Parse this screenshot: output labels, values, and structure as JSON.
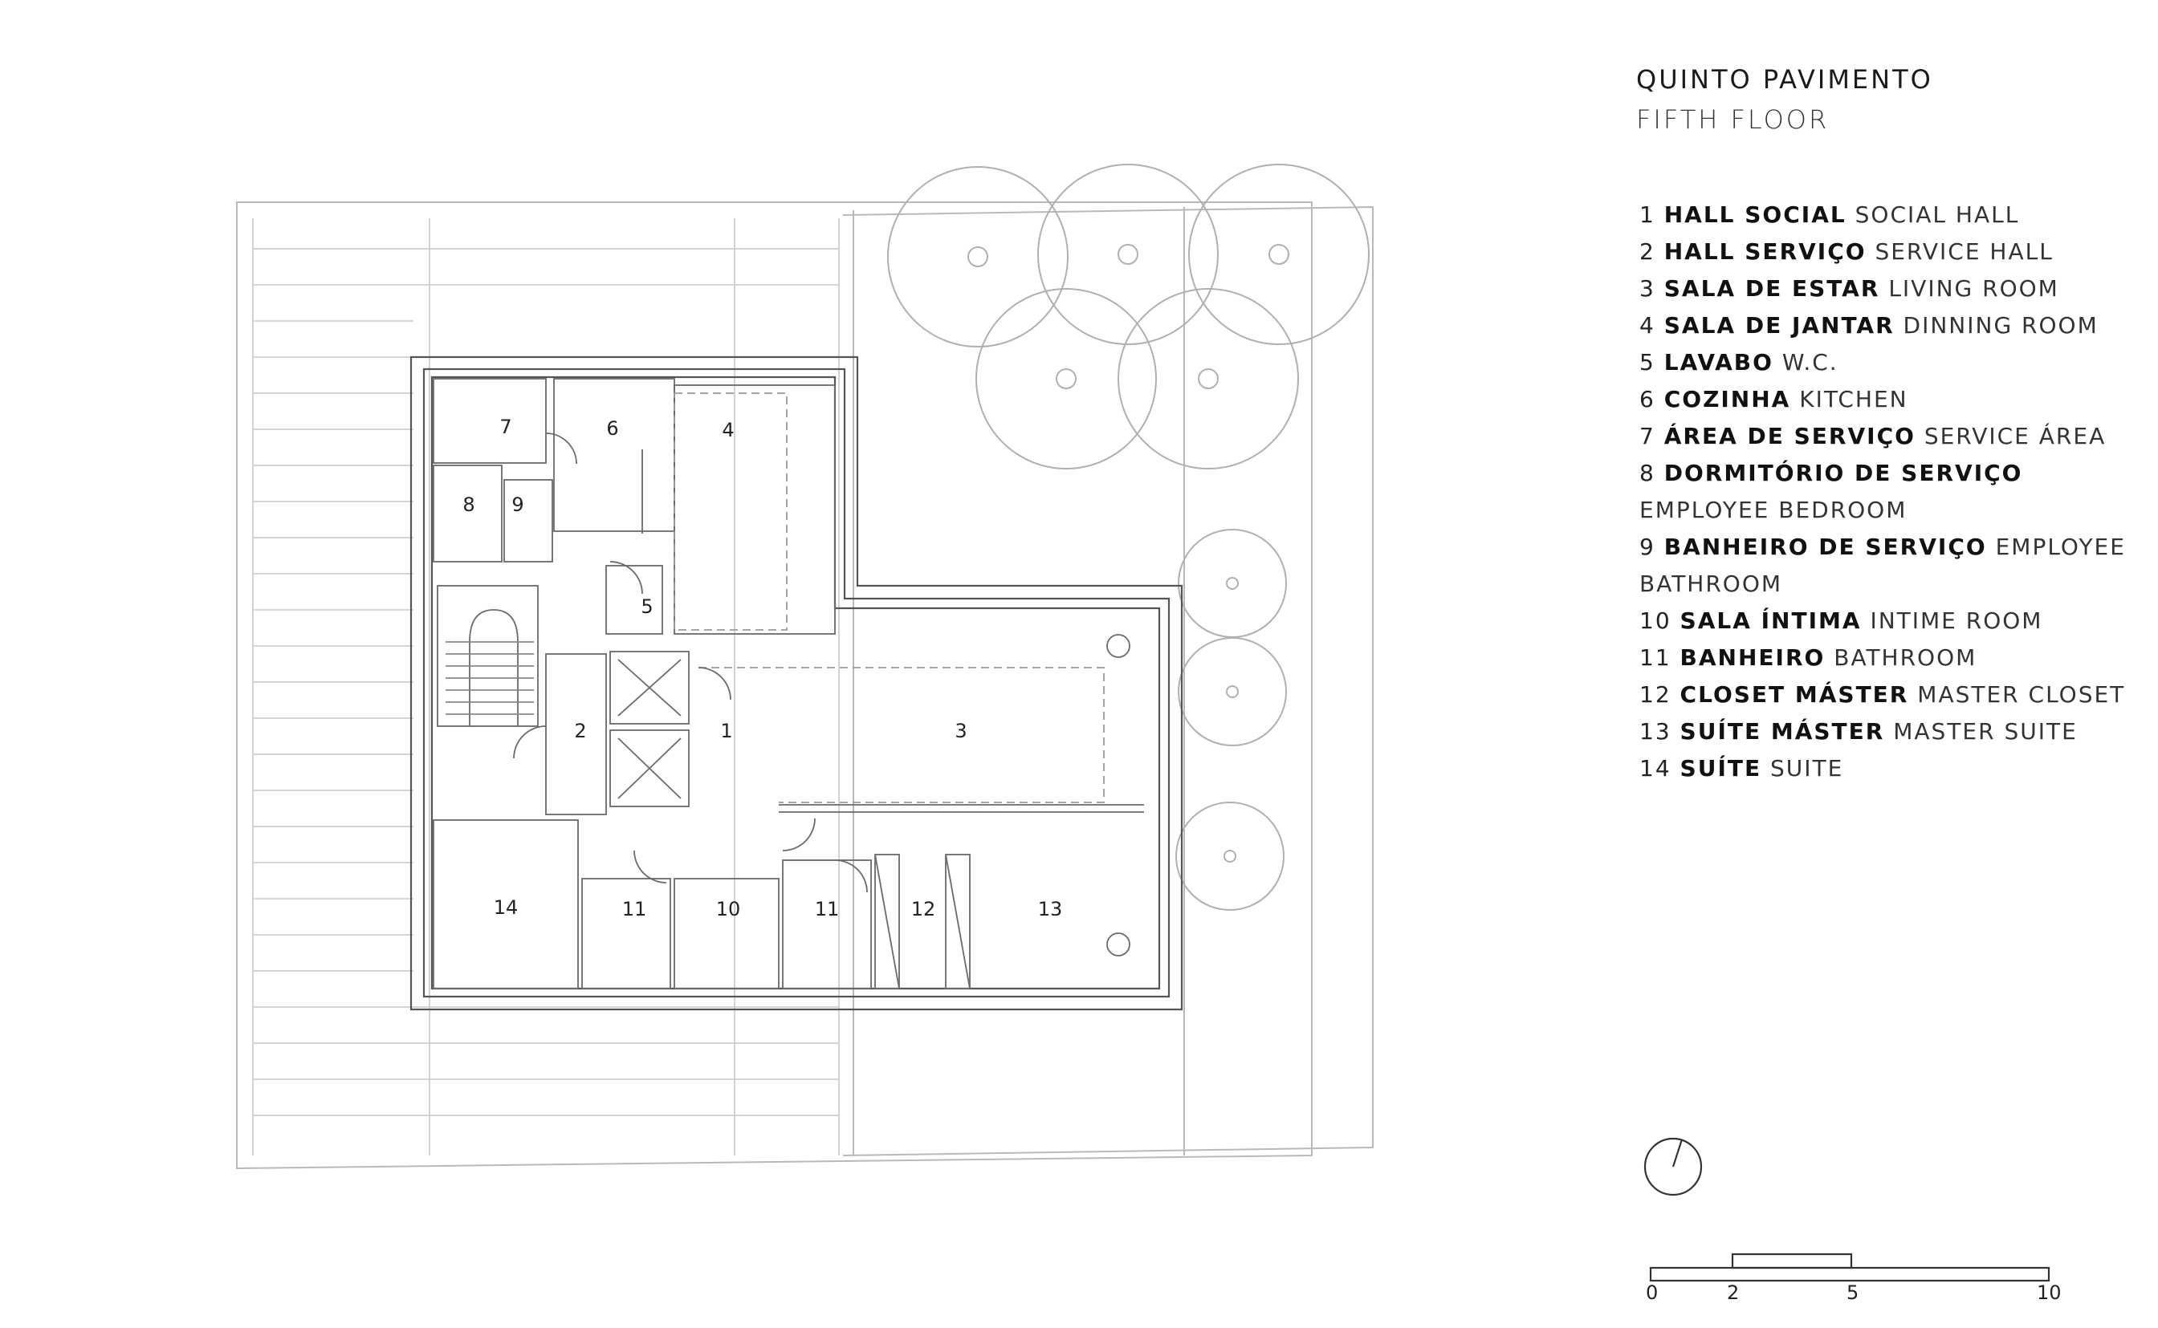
{
  "header": {
    "title_pt": "QUINTO PAVIMENTO",
    "title_en": "FIFTH FLOOR"
  },
  "legend": [
    {
      "num": "1",
      "pt": "HALL SOCIAL",
      "en": "SOCIAL HALL"
    },
    {
      "num": "2",
      "pt": "HALL SERVIÇO",
      "en": "SERVICE HALL"
    },
    {
      "num": "3",
      "pt": "SALA DE ESTAR",
      "en": "LIVING ROOM"
    },
    {
      "num": "4",
      "pt": "SALA DE JANTAR",
      "en": "DINNING ROOM"
    },
    {
      "num": "5",
      "pt": "LAVABO",
      "en": "W.C."
    },
    {
      "num": "6",
      "pt": "COZINHA",
      "en": "KITCHEN"
    },
    {
      "num": "7",
      "pt": "ÁREA DE SERVIÇO",
      "en": "SERVICE ÁREA"
    },
    {
      "num": "8",
      "pt": "DORMITÓRIO DE SERVIÇO",
      "en": "EMPLOYEE BEDROOM"
    },
    {
      "num": "9",
      "pt": "BANHEIRO DE SERVIÇO",
      "en": "EMPLOYEE BATHROOM"
    },
    {
      "num": "10",
      "pt": "SALA ÍNTIMA",
      "en": "INTIME ROOM"
    },
    {
      "num": "11",
      "pt": "BANHEIRO",
      "en": "BATHROOM"
    },
    {
      "num": "12",
      "pt": "CLOSET MÁSTER",
      "en": "MASTER CLOSET"
    },
    {
      "num": "13",
      "pt": "SUÍTE MÁSTER",
      "en": "MASTER SUITE"
    },
    {
      "num": "14",
      "pt": "SUÍTE",
      "en": "SUITE"
    }
  ],
  "plan": {
    "room_labels": [
      "1",
      "2",
      "3",
      "4",
      "5",
      "6",
      "7",
      "8",
      "9",
      "10",
      "11",
      "11",
      "12",
      "13",
      "14"
    ]
  },
  "scale_bar": {
    "ticks": [
      "0",
      "2",
      "5",
      "10"
    ]
  },
  "colors": {
    "line": "#8a8a8a",
    "wall": "#555555",
    "site": "#b8b8b8",
    "text": "#222222"
  },
  "icons": {
    "north": "north-arrow-icon",
    "tree": "tree-canopy-icon"
  }
}
